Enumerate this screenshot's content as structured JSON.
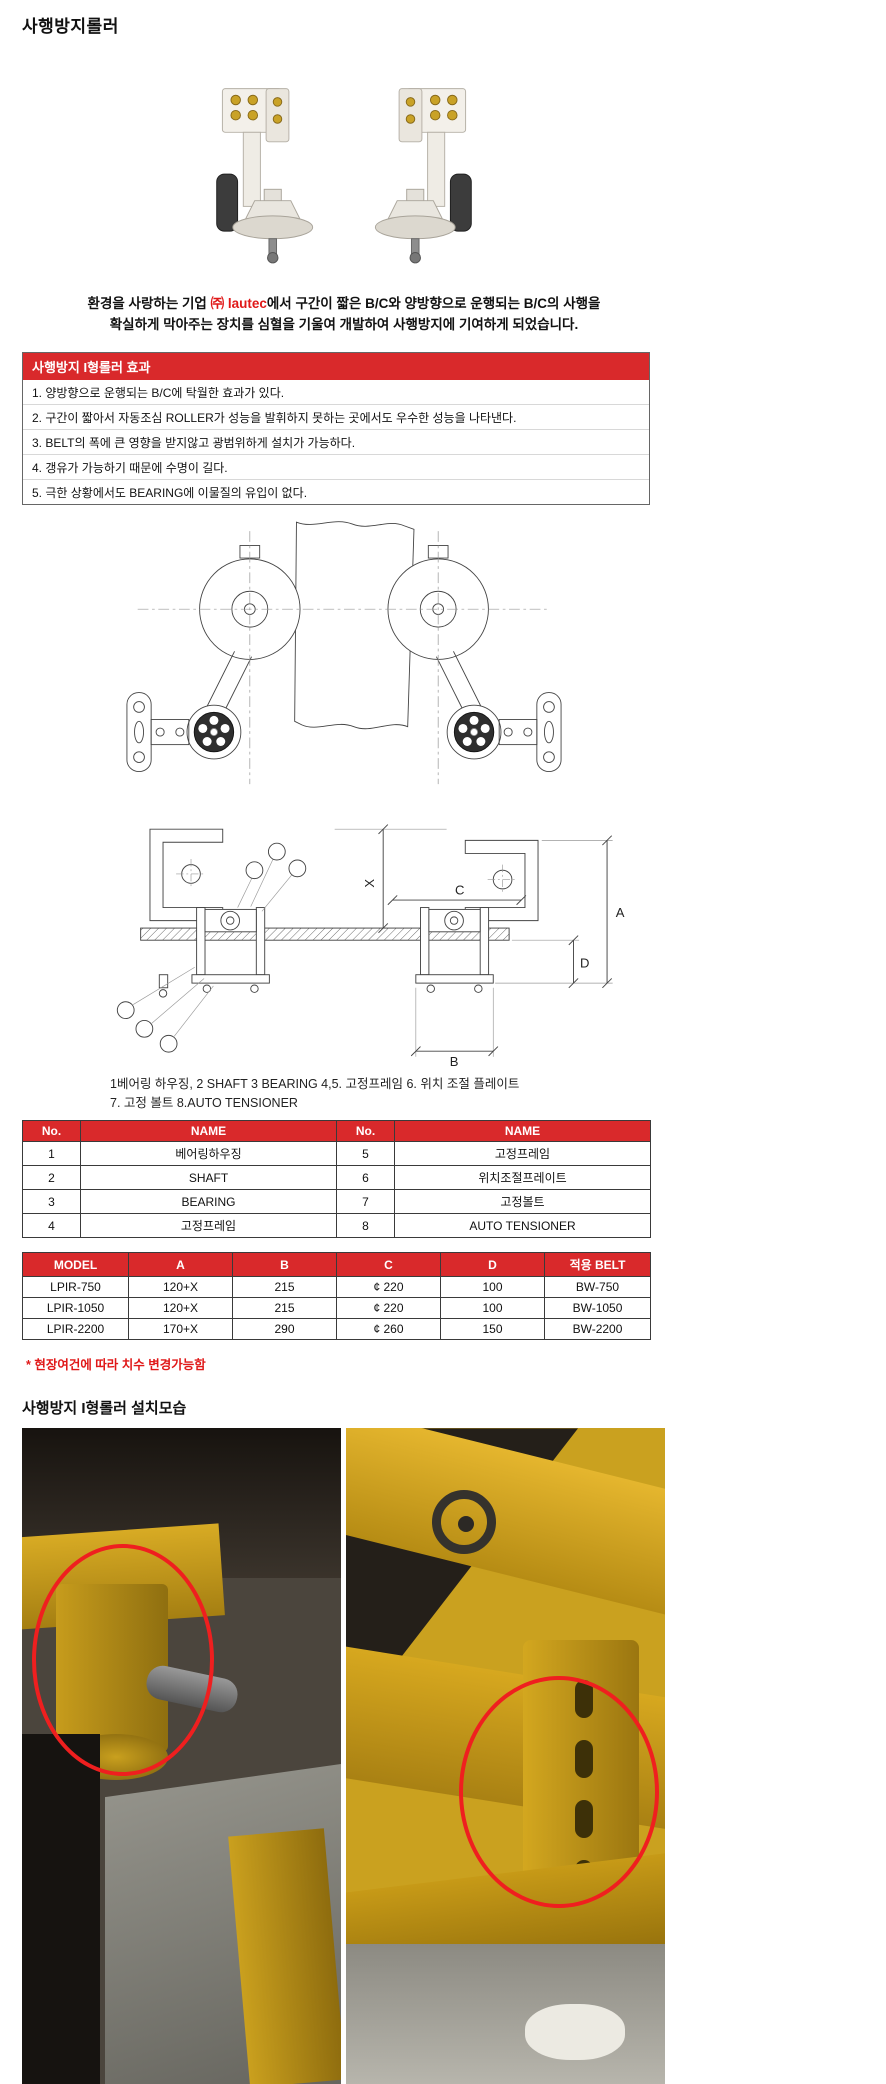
{
  "colors": {
    "accent_red": "#d9292b",
    "brand_red": "#e01818",
    "annotation_red": "#ef1f1f"
  },
  "page": {
    "title": "사행방지롤러"
  },
  "intro": {
    "pre": "환경을 사랑하는 기업 ",
    "brand": "㈜ lautec",
    "post": "에서 구간이 짧은 B/C와 양방향으로 운행되는 B/C의 사행을",
    "line2": "확실하게 막아주는 장치를 심혈을 기울여 개발하여 사행방지에 기여하게 되었습니다."
  },
  "effect_box": {
    "header": "사행방지 I형롤러 효과",
    "items": [
      "1. 양방향으로 운행되는 B/C에 탁월한 효과가 있다.",
      "2. 구간이 짧아서 자동조심 ROLLER가 성능을 발휘하지 못하는 곳에서도 우수한 성능을 나타낸다.",
      "3. BELT의 폭에 큰 영향을 받지않고 광범위하게 설치가 가능하다.",
      "4. 갱유가 가능하기 때문에 수명이 길다.",
      "5. 극한 상황에서도 BEARING에 이물질의 유입이 없다."
    ]
  },
  "drawing_side": {
    "labels": {
      "x": "X",
      "c": "C",
      "a": "A",
      "d": "D",
      "b": "B"
    }
  },
  "diagram_caption": {
    "line1": "1베어링 하우징, 2 SHAFT 3 BEARING  4,5. 고정프레임 6. 위치 조절 플레이트",
    "line2": "7. 고정 볼트 8.AUTO TENSIONER"
  },
  "parts_table": {
    "headers": [
      "No.",
      "NAME",
      "No.",
      "NAME"
    ],
    "rows": [
      [
        "1",
        "베어링하우징",
        "5",
        "고정프레임"
      ],
      [
        "2",
        "SHAFT",
        "6",
        "위치조절프레이트"
      ],
      [
        "3",
        "BEARING",
        "7",
        "고정볼트"
      ],
      [
        "4",
        "고정프레임",
        "8",
        "AUTO TENSIONER"
      ]
    ]
  },
  "model_table": {
    "headers": [
      "MODEL",
      "A",
      "B",
      "C",
      "D",
      "적용 BELT"
    ],
    "rows": [
      [
        "LPIR-750",
        "120+X",
        "215",
        "¢ 220",
        "100",
        "BW-750"
      ],
      [
        "LPIR-1050",
        "120+X",
        "215",
        "¢ 220",
        "100",
        "BW-1050"
      ],
      [
        "LPIR-2200",
        "170+X",
        "290",
        "¢ 260",
        "150",
        "BW-2200"
      ]
    ]
  },
  "note": "* 현장여건에 따라  치수 변경가능함",
  "install_section": {
    "title": "사행방지 I형롤러 설치모습"
  }
}
